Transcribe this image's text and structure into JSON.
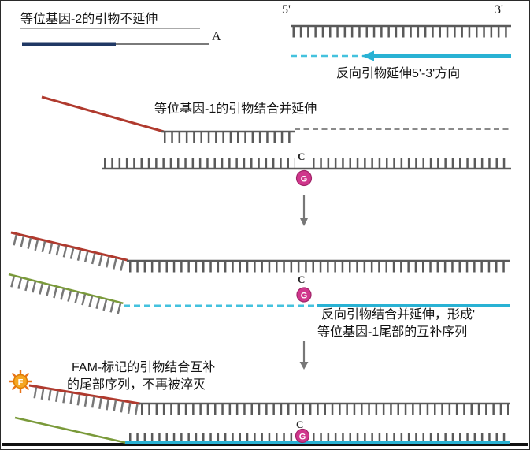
{
  "colors": {
    "navy_primer": "#203864",
    "strand_gray": "#5a5a5a",
    "allele1_red": "#b03a2e",
    "reverse_cyan": "#29b2d4",
    "reverse_cyan_light": "#45c2de",
    "complement_green": "#7a9a3a",
    "snp_magenta": "#d0368c",
    "fam_orange": "#f5a623"
  },
  "step1": {
    "allele2_caption": "等位基因-2的引物不延伸",
    "base_a": "A"
  },
  "template": {
    "five_prime": "5'",
    "three_prime": "3'",
    "reverse_caption": "反向引物延伸5'-3'方向"
  },
  "step2": {
    "caption": "等位基因-1的引物结合并延伸",
    "base_c": "C",
    "base_g": "G"
  },
  "step3": {
    "caption_line1": "反向引物结合并延伸，形成'",
    "caption_line2": "等位基因-1尾部的互补序列",
    "base_c": "C",
    "base_g": "G"
  },
  "step4": {
    "caption_line1": "FAM-标记的引物结合互补",
    "caption_line2": "的尾部序列，不再被淬灭",
    "fam_label": "F",
    "base_c": "C",
    "base_g": "G"
  }
}
